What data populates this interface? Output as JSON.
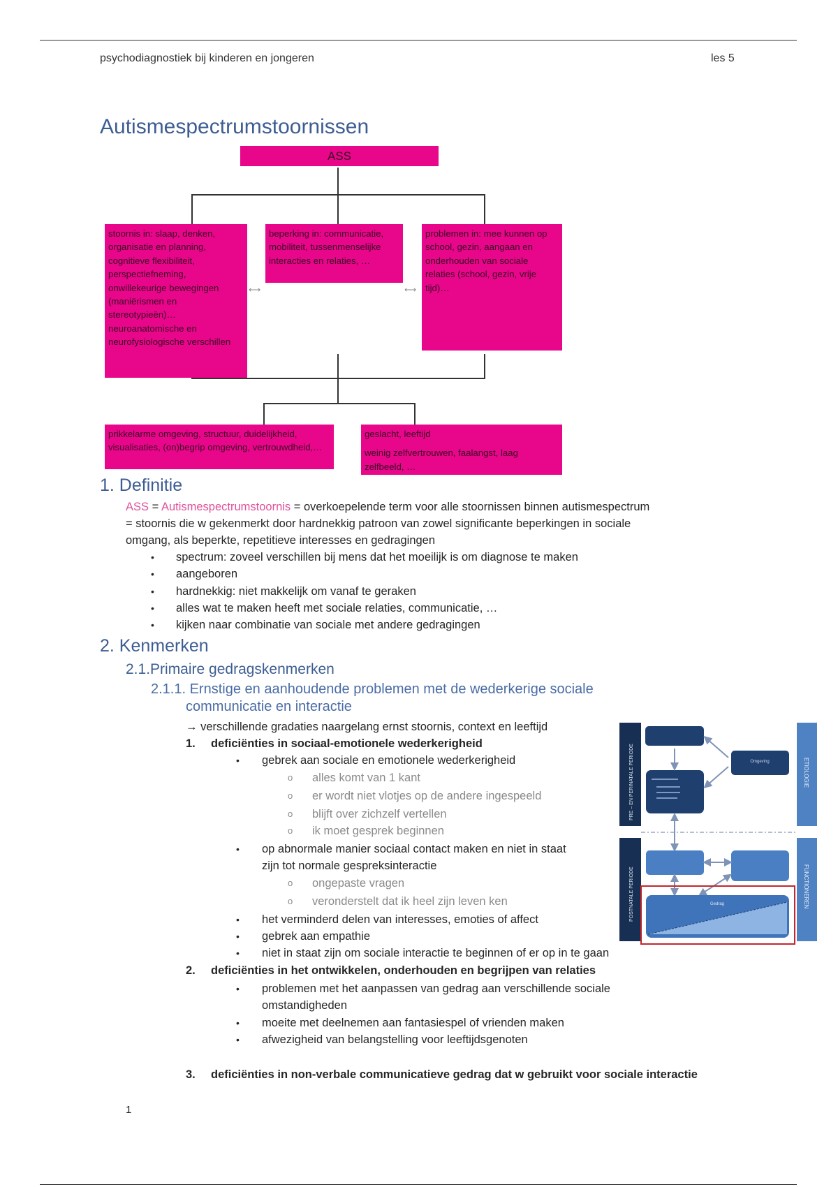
{
  "header": {
    "left": "psychodiagnostiek bij kinderen en jongeren",
    "right": "les 5"
  },
  "title": "Autismespectrumstoornissen",
  "flowchart": {
    "root": "ASS",
    "left_box": "stoornis in: slaap, denken, organisatie en planning, cognitieve flexibiliteit, perspectiefneming, onwillekeurige bewegingen (maniërismen en stereotypieën)… neuroanatomische en neurofysiologische verschillen",
    "middle_box": "beperking in: communicatie, mobiliteit, tussenmenselijke interacties en relaties, …",
    "right_box": "problemen in: mee kunnen op school, gezin, aangaan en onderhouden van sociale relaties (school, gezin, vrije tijd)…",
    "bottom_left_box": "prikkelarme omgeving, structuur, duidelijkheid, visualisaties, (on)begrip omgeving, vertrouwdheid,…",
    "bottom_right_line1": "geslacht, leeftijd",
    "bottom_right_line2": "weinig zelfvertrouwen, faalangst, laag zelfbeeld, …",
    "colors": {
      "box": "#e8068a"
    }
  },
  "section1": {
    "heading": "1. Definitie",
    "def_abbr": "ASS",
    "def_eq": " = ",
    "def_term": "Autismespectrumstoornis",
    "def_rest": " = overkoepelende term voor alle stoornissen binnen autismespectrum",
    "def_line2": "= stoornis die w gekenmerkt door hardnekkig patroon van zowel significante beperkingen in sociale",
    "def_line3": "omgang, als beperkte, repetitieve interesses en gedragingen",
    "bullets": [
      "spectrum: zoveel verschillen bij mens dat het moeilijk is om diagnose te maken",
      "aangeboren",
      "hardnekkig: niet makkelijk om vanaf te geraken",
      "alles wat te maken heeft met sociale relaties, communicatie, …",
      "kijken naar combinatie van sociale met andere gedragingen"
    ]
  },
  "section2": {
    "heading": "2. Kenmerken",
    "sub1": "2.1.Primaire gedragskenmerken",
    "sub11_line1": "2.1.1. Ernstige en aanhoudende problemen met de wederkerige sociale",
    "sub11_line2": "communicatie en interactie",
    "intro": "→ verschillende gradaties naargelang ernst stoornis, context en leeftijd",
    "item1": {
      "num": "1.",
      "label": "deficiënties in sociaal-emotionele wederkerigheid"
    },
    "b1": "gebrek aan sociale en emotionele wederkerigheid",
    "b1_sub": [
      "alles komt van 1 kant",
      "er wordt niet vlotjes op de andere ingespeeld",
      "blijft over zichzelf vertellen",
      "ik moet gesprek beginnen"
    ],
    "b2_line1": "op abnormale manier sociaal contact maken en niet in staat",
    "b2_line2": "zijn tot normale gespreksinteractie",
    "b2_sub": [
      "ongepaste vragen",
      "veronderstelt dat ik heel zijn leven ken"
    ],
    "b3": "het verminderd delen van interesses, emoties of affect",
    "b4": "gebrek aan empathie",
    "b5": "niet in staat zijn om sociale interactie te beginnen of er op in te gaan",
    "item2": {
      "num": "2.",
      "label": "deficiënties in het ontwikkelen, onderhouden en begrijpen van relaties"
    },
    "i2b1_line1": "problemen met het aanpassen van gedrag aan verschillende sociale",
    "i2b1_line2": "omstandigheden",
    "i2b2": "moeite met deelnemen aan fantasiespel of vrienden maken",
    "i2b3": "afwezigheid van belangstelling voor leeftijdsgenoten",
    "item3": {
      "num": "3.",
      "label": "deficiënties in non-verbale communicatieve gedrag dat w gebruikt voor sociale interactie"
    }
  },
  "diagram": {
    "side_top_left": "PRE – EN PERINATALE PERIODE",
    "side_bottom_left": "POSTNATALE PERIODE",
    "side_top_right": "ETIOLOGIE",
    "side_bottom_right": "FUNCTIONEREN",
    "box_omgeving": "Omgeving",
    "box_gedrag": "Gedrag",
    "colors": {
      "dark": "#1f3f6e",
      "mid": "#3f6fb0",
      "light": "#5b8fd0",
      "highlight": "#c0282d"
    }
  },
  "page_number": "1",
  "bullet_symbol": "•",
  "sub_bullet_symbol": "o"
}
